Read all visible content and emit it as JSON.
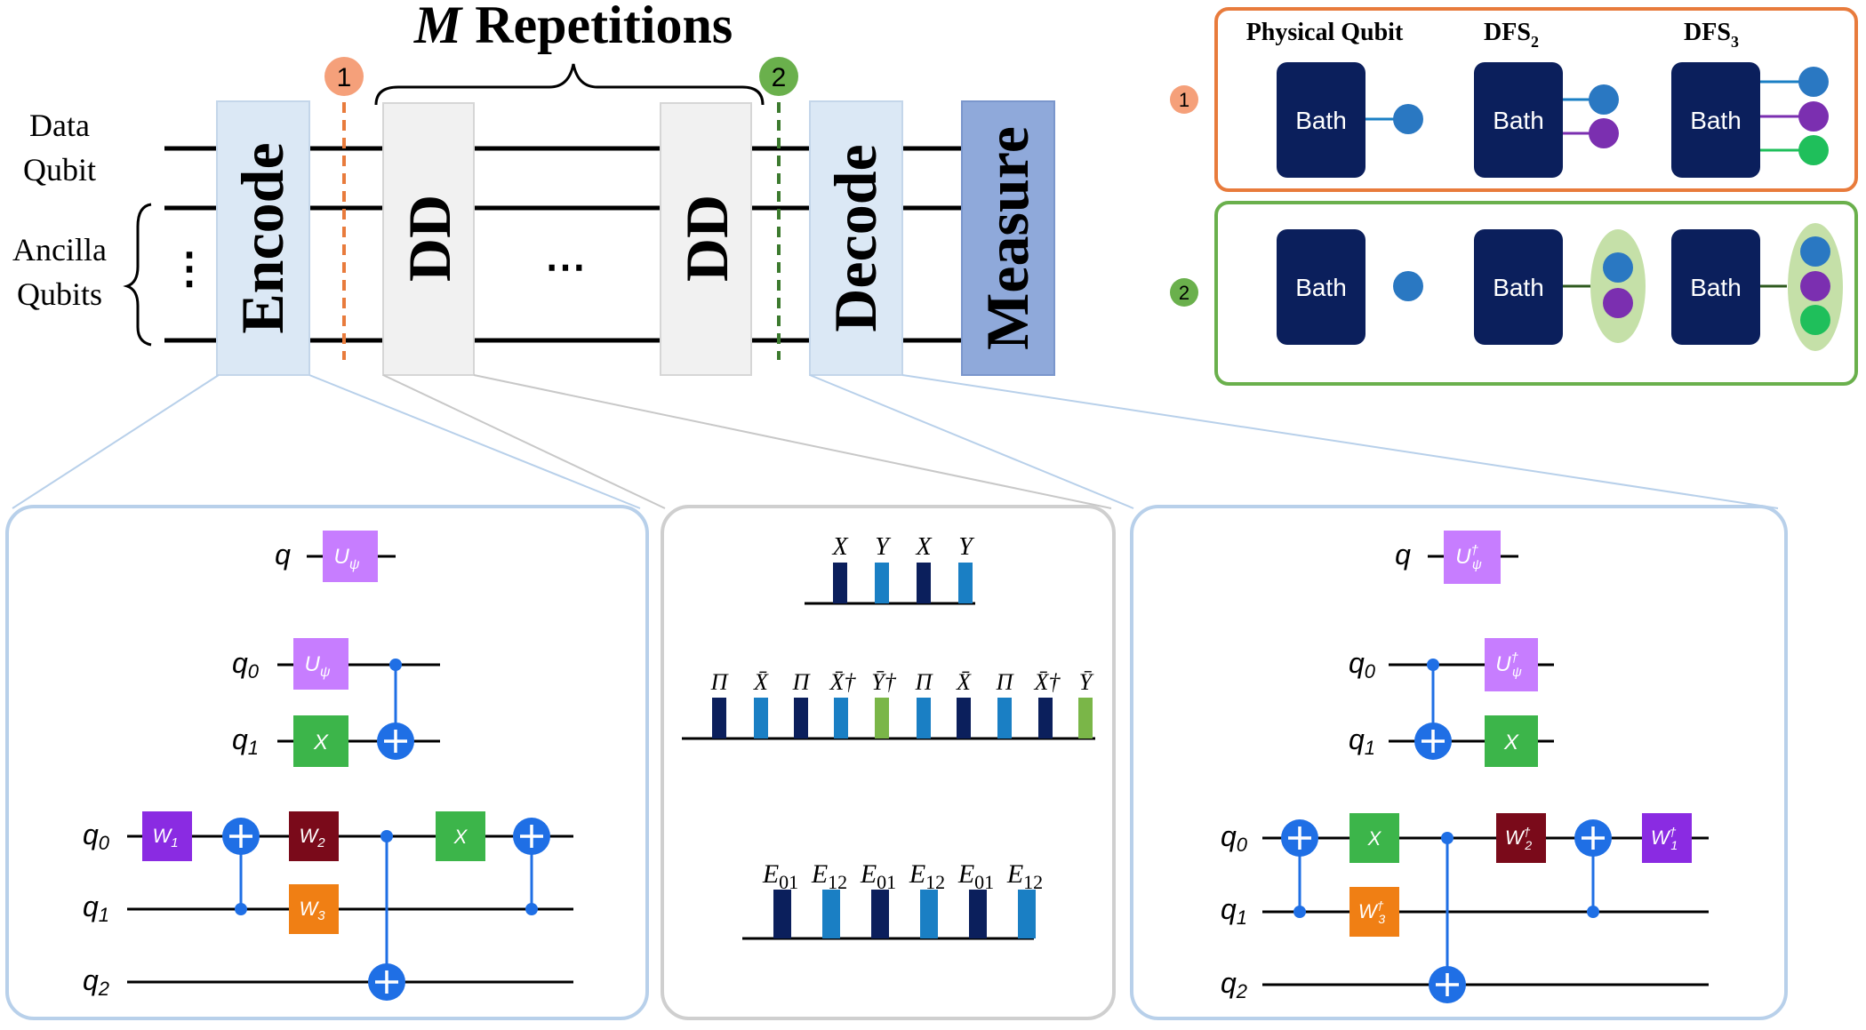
{
  "title": {
    "prefix": "M",
    "rest": " Repetitions"
  },
  "labels": {
    "data_qubit_1": "Data",
    "data_qubit_2": "Qubit",
    "ancilla_1": "Ancilla",
    "ancilla_2": "Qubits",
    "vdots": "⋮",
    "hdots": "⋯"
  },
  "blocks": {
    "encode": "Encode",
    "dd1": "DD",
    "dd2": "DD",
    "decode": "Decode",
    "measure": "Measure"
  },
  "markers": {
    "m1": "1",
    "m2": "2"
  },
  "legend": {
    "headers": {
      "physical": "Physical Qubit",
      "dfs2": "DFS",
      "dfs2_sub": "2",
      "dfs3": "DFS",
      "dfs3_sub": "3"
    },
    "bath": "Bath",
    "row_markers": {
      "r1": "1",
      "r2": "2"
    }
  },
  "encode_panel": {
    "q": "q",
    "q0": "q",
    "q0_sub": "0",
    "q1": "q",
    "q1_sub": "1",
    "q2": "q",
    "q2_sub": "2",
    "u_psi": "U",
    "u_psi_sub": "ψ",
    "x": "X",
    "w1": "W",
    "w1_sub": "1",
    "w2": "W",
    "w2_sub": "2",
    "w3": "W",
    "w3_sub": "3"
  },
  "dd_panel": {
    "row1": [
      "X",
      "Y",
      "X",
      "Y"
    ],
    "row2": [
      "Π",
      "X̄",
      "Π",
      "X̄†",
      "Ȳ†",
      "Π",
      "X̄",
      "Π",
      "X̄†",
      "Ȳ"
    ],
    "row3": [
      "E",
      "E",
      "E",
      "E",
      "E",
      "E"
    ],
    "row3_sub": [
      "01",
      "12",
      "01",
      "12",
      "01",
      "12"
    ]
  },
  "decode_panel": {
    "q": "q",
    "q0": "q",
    "q0_sub": "0",
    "q1": "q",
    "q1_sub": "1",
    "q2": "q",
    "q2_sub": "2",
    "u_psi": "U",
    "u_psi_sup": "†",
    "u_psi_sub": "ψ",
    "x": "X",
    "w1": "W",
    "w1_sub": "1",
    "w2": "W",
    "w2_sub": "2",
    "w3": "W",
    "w3_sub": "3",
    "dagger": "†"
  },
  "colors": {
    "orange": "#e87b3c",
    "green": "#6ab04c",
    "navy": "#0b1f5c",
    "blue_pulse": "#1a7fc4",
    "lightgreen_pulse": "#7ab648",
    "purple_gate": "#c77dff",
    "violet_gate": "#8a2be2",
    "green_gate": "#3cb54a",
    "maroon_gate": "#7a0a1a",
    "orange_gate": "#f07f14",
    "cnot_blue": "#1f6fe5"
  }
}
